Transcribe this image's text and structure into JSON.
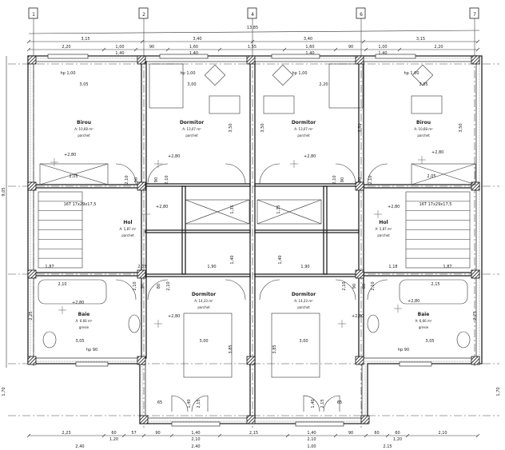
{
  "axes": [
    "1",
    "2",
    "4",
    "6",
    "7"
  ],
  "dimensions": {
    "top_total": "13,85",
    "top_row2": [
      "3,15",
      "3,40",
      "3,40",
      "3,15"
    ],
    "top_row3": [
      {
        "a": "2,20"
      },
      {
        "a": "1,00",
        "b": "1,40"
      },
      {
        "a": "90"
      },
      {
        "a": "1,60",
        "b": "1,40"
      },
      {
        "a": "1,55"
      },
      {
        "a": "1,60",
        "b": "1,40"
      },
      {
        "a": "90"
      },
      {
        "a": "1,00",
        "b": "1,40"
      },
      {
        "a": "2,20"
      }
    ],
    "bottom_row1": [
      {
        "a": "2,23"
      },
      {
        "a": "60",
        "b": "1,20"
      },
      {
        "a": "57"
      },
      {
        "a": "90"
      },
      {
        "a": "1,40",
        "b": "2,10"
      },
      {
        "a": "2,15"
      },
      {
        "a": "1,40",
        "b": "2,10"
      },
      {
        "a": "90"
      },
      {
        "a": "60"
      },
      {
        "a": "60",
        "b": "1,20"
      },
      {
        "a": "2,10"
      }
    ],
    "bottom_row2": [
      "2,40",
      "2,40",
      "1,00",
      "2,15"
    ],
    "left_total": "9,05",
    "left_bump": "1,70",
    "right_bump": "1,70"
  },
  "rooms": [
    {
      "name": "Birou",
      "area": "A: 10,68 m²",
      "floor": "parchet",
      "level": "+2,80"
    },
    {
      "name": "Dormitor",
      "area": "A: 13,07 m²",
      "floor": "parchet",
      "level": "+2,80"
    },
    {
      "name": "Dormitor",
      "area": "A: 13,07 m²",
      "floor": "parchet",
      "level": "+2,80"
    },
    {
      "name": "Birou",
      "area": "A: 10,68 m²",
      "floor": "parchet",
      "level": "+2,80"
    },
    {
      "name": "Hol",
      "area": "A: 5,87 m²",
      "floor": "parchet",
      "level": "+2,80"
    },
    {
      "name": "Hol",
      "area": "A: 5,87 m²",
      "floor": "parchet",
      "level": "+2,80"
    },
    {
      "name": "Baie",
      "area": "A: 6,66 m²",
      "floor": "gresie",
      "level": "+2,80"
    },
    {
      "name": "Dormitor",
      "area": "A: 14,33 m²",
      "floor": "parchet",
      "level": "+2,80"
    },
    {
      "name": "Dormitor",
      "area": "A: 14,33 m²",
      "floor": "parchet",
      "level": "+2,80"
    },
    {
      "name": "Baie",
      "area": "A: 6,66 m²",
      "floor": "gresie",
      "level": "+2,80"
    }
  ],
  "annotations": [
    "hp 1,00",
    "hp 1,00",
    "hp 1,00",
    "hp 1,00",
    "3,05",
    "3,00",
    "2,20",
    "3,05",
    "3,50",
    "3,50",
    "3,50",
    "3,50",
    "2,05",
    "2,05",
    "90",
    "2,10",
    "90",
    "2,10",
    "90",
    "2,10",
    "90",
    "2,10",
    "1,35",
    "1,90",
    "1,40",
    "1,40",
    "1,90",
    "1,35",
    "1,87",
    "2,38",
    "1,18",
    "1,87",
    "2,10",
    "2,15",
    "2,25",
    "2,25",
    "3,05",
    "3,05",
    "hp 90",
    "hp 90",
    "3,00",
    "3,00",
    "3,85",
    "3,85",
    "80",
    "2,10",
    "90",
    "2,10",
    "90",
    "2,10",
    "80",
    "2,10",
    "65",
    "65",
    "1,40",
    "2,15",
    "1,40",
    "2,15",
    "16T 17x29x17,5",
    "16T 17x29x17,5"
  ]
}
